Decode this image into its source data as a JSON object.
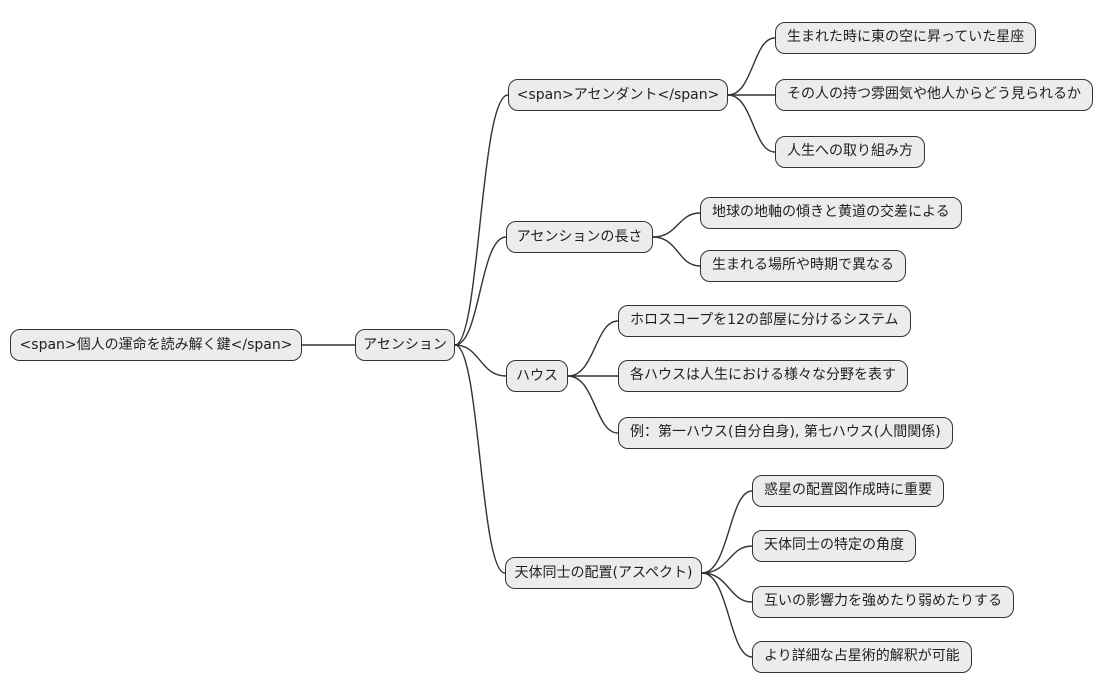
{
  "diagram": {
    "type": "mindmap",
    "background_color": "#ffffff",
    "node_fill_color": "#ececec",
    "node_border_color": "#333333",
    "edge_color": "#333333",
    "text_color": "#1f1f1f",
    "root": {
      "label": "<span>個人の運命を読み解く鍵</span>"
    },
    "center": {
      "label": "アセンション"
    },
    "branches": [
      {
        "label": "<span>アセンダント</span>",
        "children": [
          "生まれた時に東の空に昇っていた星座",
          "その人の持つ雰囲気や他人からどう見られるか",
          "人生への取り組み方"
        ]
      },
      {
        "label": "アセンションの長さ",
        "children": [
          "地球の地軸の傾きと黄道の交差による",
          "生まれる場所や時期で異なる"
        ]
      },
      {
        "label": "ハウス",
        "children": [
          "ホロスコープを12の部屋に分けるシステム",
          "各ハウスは人生における様々な分野を表す",
          "例：第一ハウス(自分自身), 第七ハウス(人間関係)"
        ]
      },
      {
        "label": "天体同士の配置(アスペクト)",
        "children": [
          "惑星の配置図作成時に重要",
          "天体同士の特定の角度",
          "互いの影響力を強めたり弱めたりする",
          "より詳細な占星術的解釈が可能"
        ]
      }
    ]
  }
}
